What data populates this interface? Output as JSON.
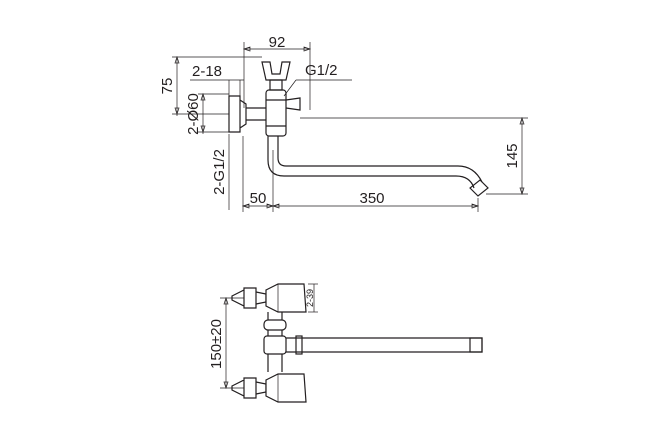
{
  "dimensions": {
    "width_92": "92",
    "thread_g12": "G1/2",
    "spacing_2_18": "2-18",
    "height_75": "75",
    "diam_2_60": "2-Ø60",
    "height_145": "145",
    "thread_2_g12": "2-G1/2",
    "offset_50": "50",
    "length_350": "350",
    "handle_2_39": "2-39",
    "center_150_20": "150±20"
  }
}
